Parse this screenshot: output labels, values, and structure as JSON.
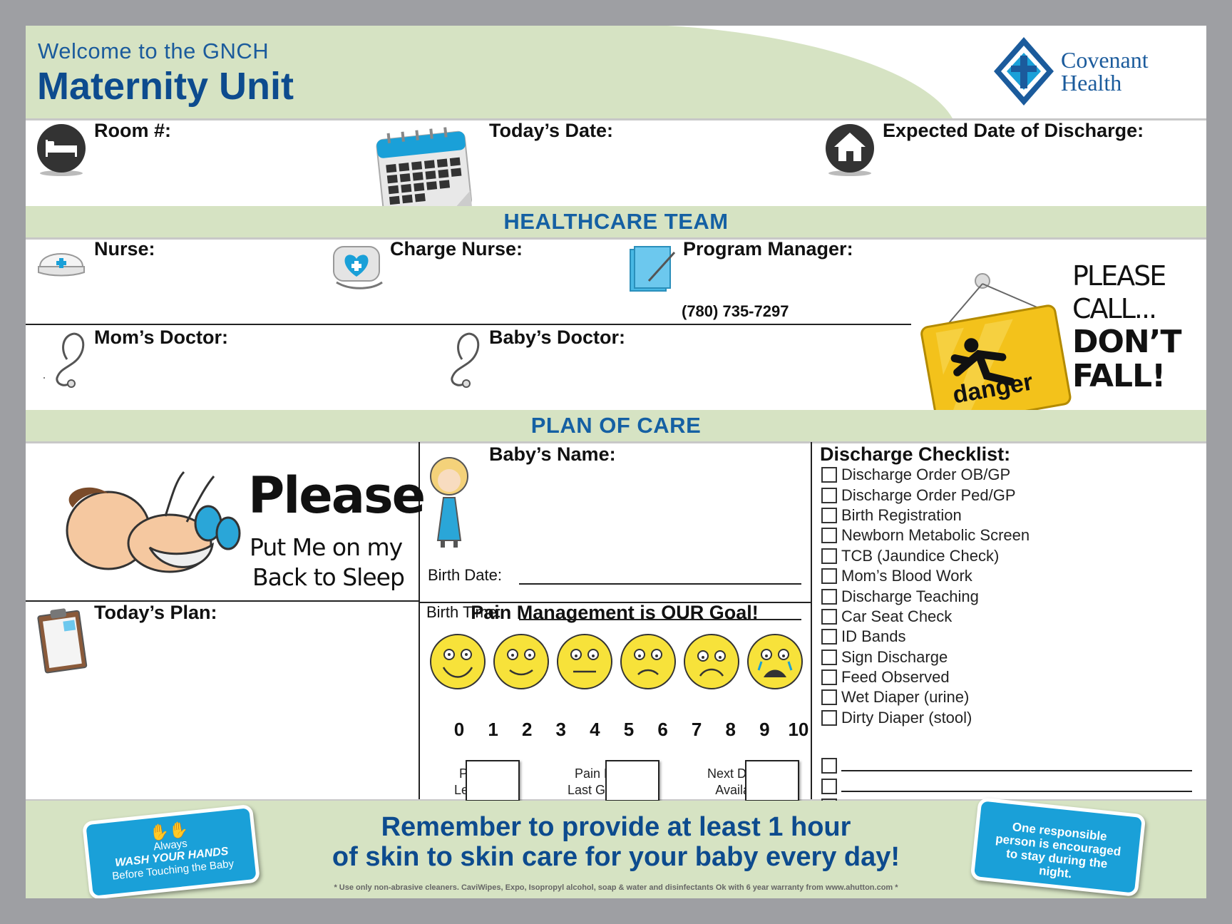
{
  "header": {
    "welcome": "Welcome to the GNCH",
    "unit": "Maternity Unit",
    "logo_line1": "Covenant",
    "logo_line2": "Health"
  },
  "top_fields": {
    "room": "Room #:",
    "today_date": "Today’s Date:",
    "discharge_date": "Expected Date of Discharge:"
  },
  "healthcare_team": {
    "title": "HEALTHCARE TEAM",
    "nurse": "Nurse:",
    "charge_nurse": "Charge Nurse:",
    "program_manager": "Program Manager:",
    "phone": "(780) 735-7297",
    "moms_doctor": "Mom’s Doctor:",
    "babys_doctor": "Baby’s Doctor:"
  },
  "fall_sign": {
    "danger": "danger",
    "line1": "PLEASE",
    "line2": "CALL...",
    "line3": "DON’T",
    "line4": "FALL!"
  },
  "plan_of_care": {
    "title": "PLAN OF CARE",
    "sleep_line1": "Please",
    "sleep_line2": "Put Me on my",
    "sleep_line3": "Back to Sleep",
    "babys_name": "Baby’s Name:",
    "birth_date": "Birth Date:",
    "birth_time": "Birth Time:",
    "todays_plan": "Today’s Plan:"
  },
  "pain": {
    "title": "Pain Management is OUR Goal!",
    "scale": [
      "0",
      "1",
      "2",
      "3",
      "4",
      "5",
      "6",
      "7",
      "8",
      "9",
      "10"
    ],
    "pain_level_1": "Pain",
    "pain_level_2": "Level",
    "pain_med_1": "Pain Med",
    "pain_med_2": "Last Given",
    "next_dose_1": "Next Dose",
    "next_dose_2": "Available"
  },
  "checklist": {
    "title": "Discharge Checklist:",
    "items": [
      "Discharge Order OB/GP",
      "Discharge Order Ped/GP",
      "Birth Registration",
      "Newborn Metabolic Screen",
      "TCB (Jaundice Check)",
      "Mom’s Blood Work",
      "Discharge Teaching",
      "Car Seat Check",
      "ID Bands",
      "Sign Discharge",
      "Feed Observed",
      "Wet Diaper (urine)",
      "Dirty Diaper (stool)"
    ]
  },
  "footer": {
    "wash_line1": "Always",
    "wash_line2": "WASH YOUR HANDS",
    "wash_line3": "Before Touching the Baby",
    "remember_line1": "Remember to provide at least 1 hour",
    "remember_line2": "of skin to skin care for your baby every day!",
    "responsible": "One responsible person is encouraged to stay during the night.",
    "fineprint": "* Use only non-abrasive cleaners. CaviWipes, Expo, Isopropyl alcohol, soap & water and disinfectants Ok with 6 year warranty from www.ahutton.com *"
  },
  "colors": {
    "brand_blue": "#0d4b8e",
    "band_green": "#d6e3c3",
    "sticker_blue": "#1aa0d8",
    "danger_yellow": "#f3c21b"
  }
}
